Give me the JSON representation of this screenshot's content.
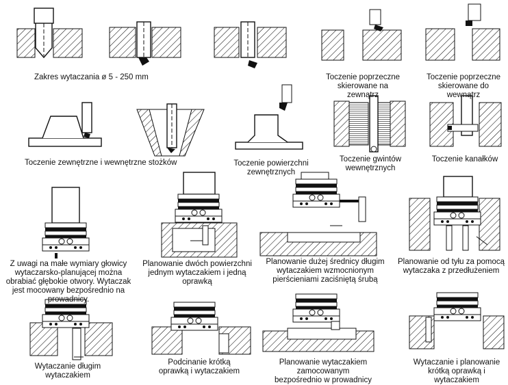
{
  "captions": {
    "c1": "Zakres wytaczania ø 5 - 250 mm",
    "c2": "Toczenie poprzeczne\nskierowane na zewnątrz",
    "c3": "Toczenie poprzeczne\nskierowane do wewnątrz",
    "c4": "Toczenie zewnętrzne i wewnętrzne stożków",
    "c5": "Toczenie powierzchni\nzewnętrznych",
    "c6": "Toczenie gwintów\nwewnętrznych",
    "c7": "Toczenie kanałków",
    "c8": "Z uwagi na małe wymiary głowicy\nwytaczarsko-planującej można\nobrabiać głębokie otwory. Wytaczak\njest mocowany bezpośrednio na\nprowadnicy.",
    "c9": "Planowanie dwóch powierzchni\njednym wytaczakiem i jedną oprawką",
    "c10": "Planowanie dużej średnicy długim\nwytaczakiem wzmocnionym\npierścieniami zaciśniętą śrubą",
    "c11": "Planowanie od tyłu za pomocą\nwytaczaka z przedłużeniem",
    "c12": "Wytaczanie długim wytaczakiem",
    "c13": "Podcinanie krótką\noprawką i wytaczakiem",
    "c14": "Planowanie wytaczakiem zamocowanym\nbezpośrednio w prowadnicy",
    "c15": "Wytaczanie i planowanie\nkrótką oprawką i wytaczakiem"
  }
}
